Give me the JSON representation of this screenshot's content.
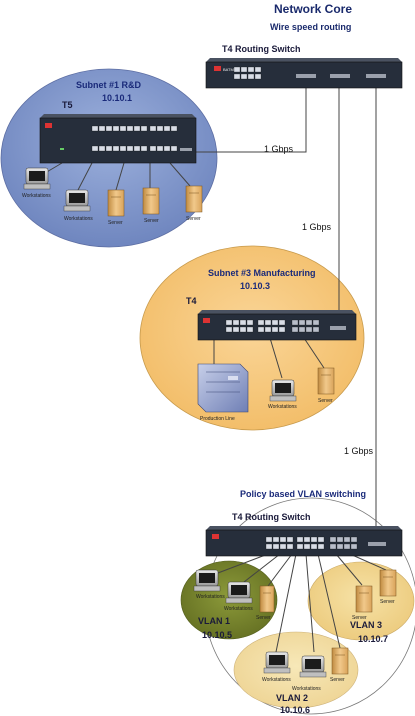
{
  "header": {
    "title": "Network Core",
    "subtitle": "Wire speed routing"
  },
  "core_switch": {
    "label": "T4 Routing Switch",
    "logo": "BATM"
  },
  "links": {
    "link1": "1 Gbps",
    "link2": "1 Gbps",
    "link3": "1 Gbps"
  },
  "subnet1": {
    "title": "Subnet #1 R&D",
    "address": "10.10.1",
    "switch_label": "T5",
    "devices": {
      "ws1": "Workstations",
      "ws2": "Workstations",
      "srv1": "Server",
      "srv2": "Server",
      "srv3": "Server"
    }
  },
  "subnet3": {
    "title": "Subnet #3 Manufacturing",
    "address": "10.10.3",
    "switch_label": "T4",
    "devices": {
      "line": "Production Line",
      "ws": "Workstations",
      "srv": "Server"
    }
  },
  "vlan_section": {
    "title": "Policy based VLAN switching",
    "switch_label": "T4 Routing Switch",
    "vlan1": {
      "name": "VLAN 1",
      "address": "10.10.5",
      "ws1": "Workstations",
      "ws2": "Workstations",
      "srv": "Server"
    },
    "vlan2": {
      "name": "VLAN 2",
      "address": "10.10.6",
      "ws1": "Workstations",
      "ws2": "Workstations",
      "srv": "Server"
    },
    "vlan3": {
      "name": "VLAN 3",
      "address": "10.10.7",
      "srv1": "Server",
      "srv2": "Server"
    }
  },
  "colors": {
    "subnet1": "#7f95c9",
    "subnet3": "#f5c577",
    "vlan1": "#76852b",
    "vlan2": "#f3dfa3",
    "vlan3": "#f0d388",
    "switch": "#232b38",
    "title": "#1a2a6c"
  }
}
